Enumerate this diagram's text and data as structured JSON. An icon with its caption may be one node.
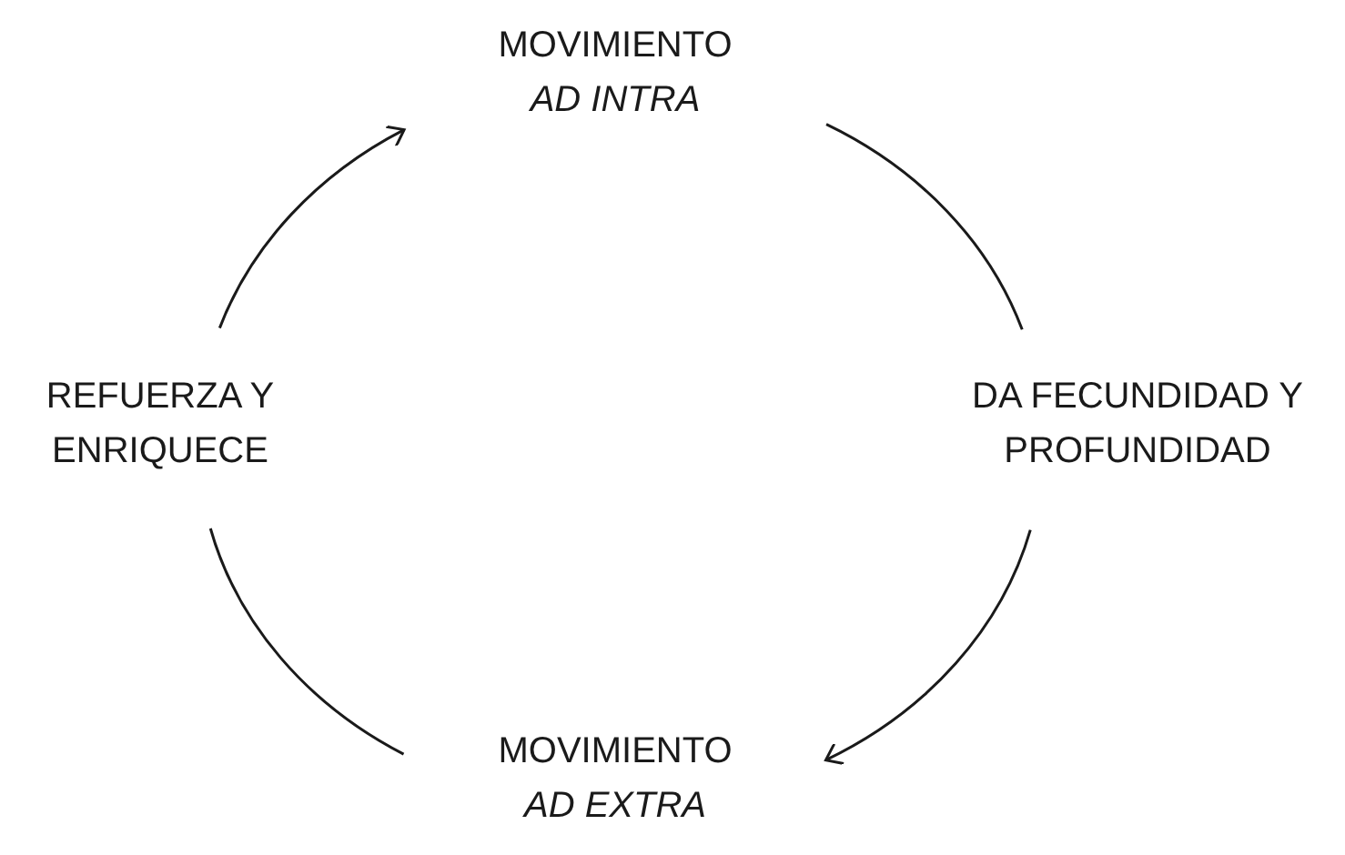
{
  "diagram": {
    "nodes": [
      {
        "text": [
          "MOVIMIENTO *AD INTRA*"
        ]
      },
      {
        "text": [
          "DA FECUNDIDAD Y PROFUNDIDAD"
        ]
      },
      {
        "text": [
          "MOVIMIENTO *AD EXTRA*"
        ]
      },
      {
        "text": [
          "REFUERZA Y ENRIQUECE"
        ]
      }
    ],
    "edges": [
      {
        "from": 0,
        "to": 1,
        "arrow": "none"
      },
      {
        "from": 1,
        "to": 2,
        "arrow": "to"
      },
      {
        "from": 2,
        "to": 3,
        "arrow": "none"
      },
      {
        "from": 3,
        "to": 0,
        "arrow": "to"
      }
    ]
  }
}
